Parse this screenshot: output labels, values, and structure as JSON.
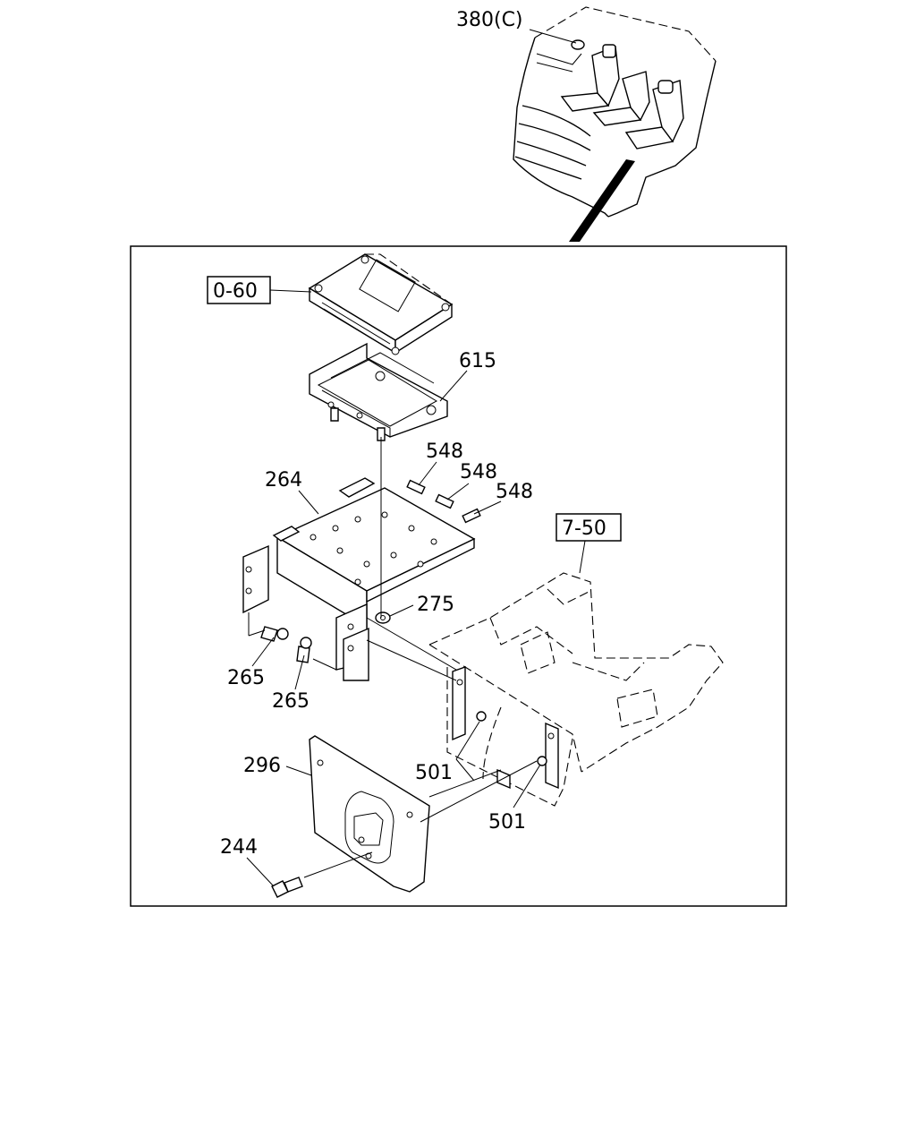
{
  "labels": {
    "cab_callout": "380(C)",
    "ecu_ref": "0-60",
    "bracket_615": "615",
    "clip_548_a": "548",
    "clip_548_b": "548",
    "clip_548_c": "548",
    "bracket_264": "264",
    "nut_275": "275",
    "screw_265_a": "265",
    "screw_265_b": "265",
    "floor_ref": "7-50",
    "cover_296": "296",
    "nut_501_a": "501",
    "nut_501_b": "501",
    "bolt_244": "244"
  }
}
